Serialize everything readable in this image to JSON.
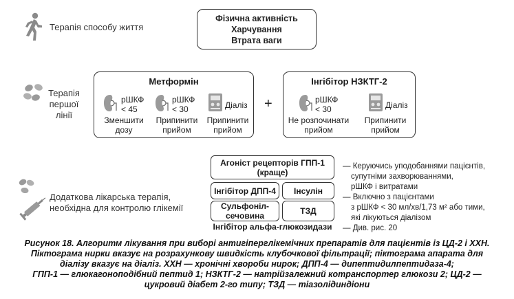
{
  "rows": {
    "lifestyle": {
      "label": "Терапія способу життя",
      "box_lines": [
        "Фізична активність",
        "Харчування",
        "Втрата ваги"
      ]
    },
    "first_line": {
      "label_lines": [
        "Терапія",
        "першої",
        "лінії"
      ],
      "plus": "+",
      "metformin": {
        "title": "Метформін",
        "items": [
          {
            "text_lines": [
              "рШКФ",
              "< 45"
            ],
            "action_lines": [
              "Зменшити",
              "дозу"
            ]
          },
          {
            "text_lines": [
              "рШКФ",
              "< 30"
            ],
            "action_lines": [
              "Припинити",
              "прийом"
            ]
          },
          {
            "text_lines": [
              "Діаліз"
            ],
            "action_lines": [
              "Припинити",
              "прийом"
            ]
          }
        ]
      },
      "sglt2": {
        "title": "Інгібітор НЗКТГ-2",
        "items": [
          {
            "text_lines": [
              "рШКФ",
              "< 30"
            ],
            "action_lines": [
              "Не розпочинати",
              "прийом"
            ]
          },
          {
            "text_lines": [
              "Діаліз"
            ],
            "action_lines": [
              "Припинити",
              "прийом"
            ]
          }
        ]
      }
    },
    "additional": {
      "label_lines": [
        "Додаткова лікарська терапія,",
        "необхідна для контролю глікемії"
      ],
      "glp1_lines": [
        "Агоніст рецепторів ГПП-1",
        "(краще)"
      ],
      "dpp4": "Інгібітор ДПП-4",
      "insulin": "Інсулін",
      "sulfonyl_lines": [
        "Сульфоніл-",
        "сечовина"
      ],
      "tzd": "ТЗД",
      "alpha": "Інгібітор альфа-глюкозидази",
      "notes": [
        "— Керуючись уподобаннями пацієнтів,",
        "супутніми захворюваннями,",
        "рШКФ і витратами",
        "— Включно з пацієнтами",
        "з рШКФ < 30 мл/хв/1,73 м² або тими,",
        "які лікуються діалізом",
        "— Див. рис. 20"
      ]
    }
  },
  "caption_lines": [
    "Рисунок 18. Алгоритм лікування при виборі антигіперглікемічних препаратів для пацієнтів із ЦД-2 і ХХН.",
    "Піктограма нирки вказує на розрахункову швидкість клубочкової фільтрації; піктограма апарата для",
    "діалізу вказує на діаліз. ХХН — хронічні хвороби нирок; ДПП-4 — дипептидилпептидаза-4;",
    "ГПП-1 — глюкагоноподібний пептид 1; НЗКТГ-2 — натрійзалежний котранспортер глюкози 2; ЦД-2 —",
    "цукровий діабет 2-го типу; ТЗД — тіазолідиндіони"
  ],
  "icons": {
    "runner": "runner-icon",
    "pills": "pills-icon",
    "syringe": "syringe-icon",
    "kidney": "kidney-icon",
    "dialysis": "dialysis-machine-icon"
  },
  "colors": {
    "icon_gray": "#8a8a8a",
    "line": "#333333"
  }
}
